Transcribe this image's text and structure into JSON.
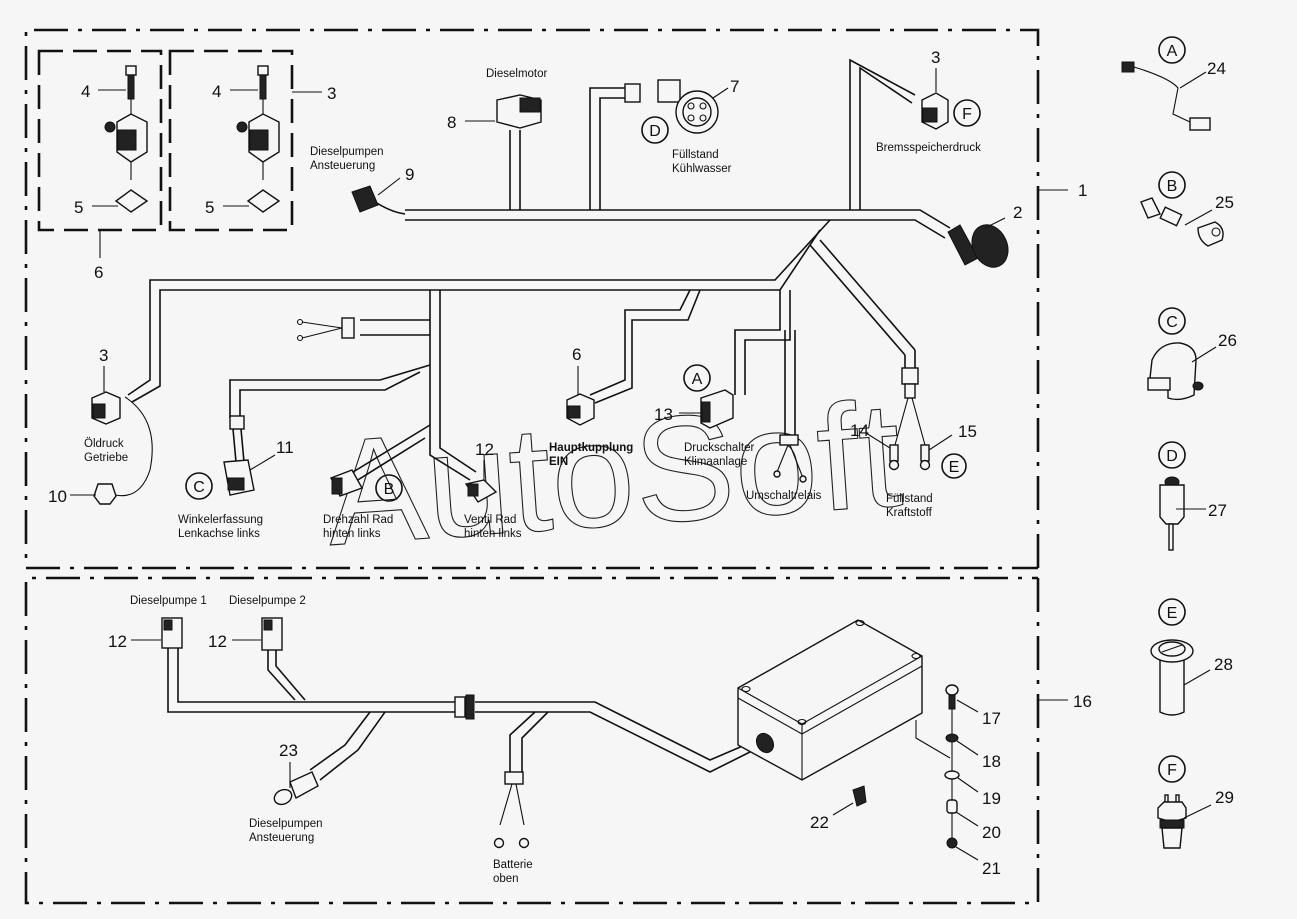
{
  "watermark": "AutoSoft",
  "groups": {
    "upper_harness": "1",
    "lower_harness": "16"
  },
  "callouts": {
    "n1": "1",
    "n2": "2",
    "n3a": "3",
    "n3b": "3",
    "n3c": "3",
    "n4a": "4",
    "n4b": "4",
    "n5a": "5",
    "n5b": "5",
    "n6a": "6",
    "n6b": "6",
    "n7": "7",
    "n8": "8",
    "n9": "9",
    "n10": "10",
    "n11": "11",
    "n12a": "12",
    "n12b": "12",
    "n12c": "12",
    "n13": "13",
    "n14": "14",
    "n15": "15",
    "n16": "16",
    "n17": "17",
    "n18": "18",
    "n19": "19",
    "n20": "20",
    "n21": "21",
    "n22": "22",
    "n23": "23",
    "n24": "24",
    "n25": "25",
    "n26": "26",
    "n27": "27",
    "n28": "28",
    "n29": "29"
  },
  "letters": {
    "A": "A",
    "B": "B",
    "C": "C",
    "D": "D",
    "E": "E",
    "F": "F"
  },
  "labels": {
    "dieselmotor": "Dieselmotor",
    "dieselpumpen_ansteuerung_top_1": "Dieselpumpen",
    "dieselpumpen_ansteuerung_top_2": "Ansteuerung",
    "fuellstand_kuehlwasser_1": "Füllstand",
    "fuellstand_kuehlwasser_2": "Kühlwasser",
    "bremsspeicherdruck": "Bremsspeicherdruck",
    "oeldruck_1": "Öldruck",
    "oeldruck_2": "Getriebe",
    "winkelerfassung_1": "Winkelerfassung",
    "winkelerfassung_2": "Lenkachse links",
    "drehzahl_1": "Drehzahl Rad",
    "drehzahl_2": "hinten links",
    "ventil_1": "Ventil Rad",
    "ventil_2": "hinten links",
    "hauptkupplung_1": "Hauptkupplung",
    "hauptkupplung_2": "EIN",
    "druckschalter_1": "Druckschalter",
    "druckschalter_2": "Klimaanlage",
    "umschaltrelais": "Umschaltrelais",
    "fuellstand_kraftstoff_1": "Füllstand",
    "fuellstand_kraftstoff_2": "Kraftstoff",
    "dieselpumpe_1": "Dieselpumpe 1",
    "dieselpumpe_2": "Dieselpumpe 2",
    "dieselpumpen_ansteuerung_bot_1": "Dieselpumpen",
    "dieselpumpen_ansteuerung_bot_2": "Ansteuerung",
    "batterie_1": "Batterie",
    "batterie_2": "oben"
  }
}
